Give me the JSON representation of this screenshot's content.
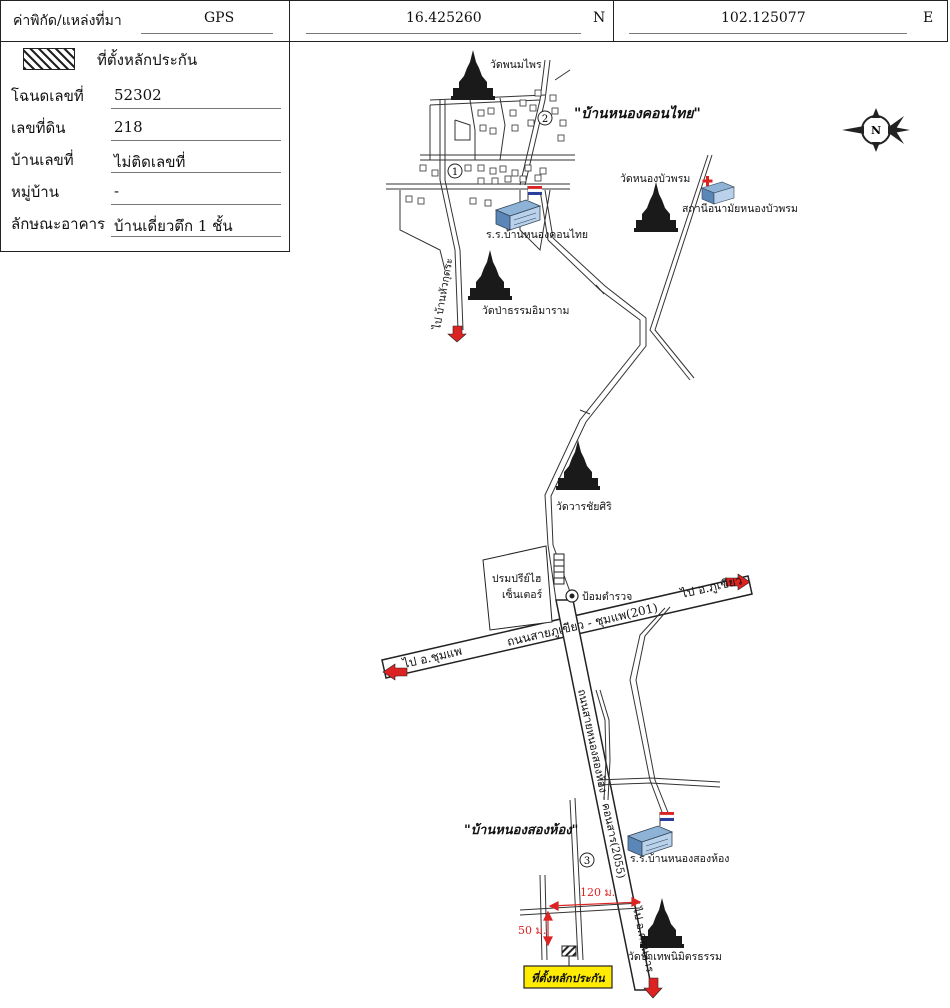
{
  "header": {
    "coord_label": "ค่าพิกัด/แหล่งที่มา",
    "source": "GPS",
    "latitude": "16.425260",
    "lat_unit": "N",
    "longitude": "102.125077",
    "lon_unit": "E"
  },
  "legend": {
    "collateral_label": "ที่ตั้งหลักประกัน"
  },
  "info": {
    "rows": [
      {
        "label": "โฉนดเลขที่",
        "value": "52302"
      },
      {
        "label": "เลขที่ดิน",
        "value": "218"
      },
      {
        "label": "บ้านเลขที่",
        "value": "ไม่ติดเลขที่"
      },
      {
        "label": "หมู่บ้าน",
        "value": "-"
      },
      {
        "label": "ลักษณะอาคาร",
        "value": "บ้านเดี่ยวตึก 1 ชั้น"
      }
    ]
  },
  "map": {
    "village_north": "\"บ้านหนองคอนไทย\"",
    "village_south": "\"บ้านหนองสองห้อง\"",
    "temple_phanom_phrai": "วัดพนมไพร",
    "temple_nong_bua_phrom": "วัดหนองบัวพรม",
    "health_station": "สถานีอนามัยหนองบัวพรม",
    "school_north": "ร.ร.บ้านหนองคอนไทย",
    "temple_pa_dhamma": "วัดป่าธรรมอิมาราม",
    "to_ban_hua_kutsa": "ไป บ้านหัวกุดระ",
    "temple_wanchai": "วัดวารชัยศิริ",
    "gas_station": "ปรมปรีย์ไฮ\nเซ็นเตอร์",
    "police_box": "ป้อมตำรวจ",
    "main_road": "ถนนสายภูเขียว - ชุมแพ(201)",
    "to_phu_khiao": "ไป อ.ภูเขียว",
    "to_chum_phae": "ไป อ.ชุมแพ",
    "side_road": "ถนนสายหนองสองห้อง - คอนสาร(2055)",
    "to_khon_san": "ไป อ.คอนสาร",
    "school_south": "ร.ร.บ้านหนองสองห้อง",
    "temple_pa_mitr": "วัดป่าเทพนิมิตรธรรม",
    "dist_120": "120 ม.",
    "dist_50": "50 ม.",
    "collateral_tag": "ที่ตั้งหลักประกัน",
    "circle_1": "1",
    "circle_2": "2",
    "circle_3": "3",
    "compass_n": "N"
  }
}
